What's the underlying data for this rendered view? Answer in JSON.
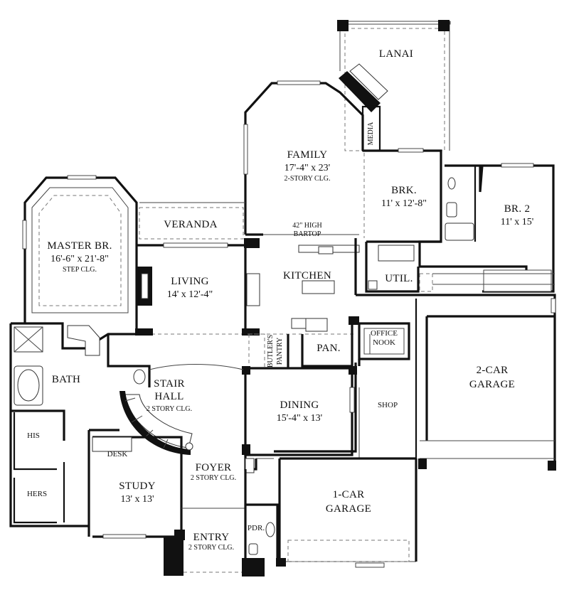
{
  "rooms": {
    "lanai": {
      "name": "LANAI"
    },
    "media": {
      "name": "MEDIA"
    },
    "family": {
      "name": "FAMILY",
      "dim": "17'-4\" x 23'",
      "note": "2-STORY CLG."
    },
    "brk": {
      "name": "BRK.",
      "dim": "11' x 12'-8\""
    },
    "br2": {
      "name": "BR. 2",
      "dim": "11' x 15'"
    },
    "master": {
      "name": "MASTER BR.",
      "dim": "16'-6\" x 21'-8\"",
      "note": "STEP CLG."
    },
    "veranda": {
      "name": "VERANDA"
    },
    "bartop": {
      "line1": "42\" HIGH",
      "line2": "BARTOP"
    },
    "living": {
      "name": "LIVING",
      "dim": "14' x 12'-4\""
    },
    "kitchen": {
      "name": "KITCHEN"
    },
    "util": {
      "name": "UTIL."
    },
    "butlers": {
      "line1": "BUTLER'S",
      "line2": "PANTRY"
    },
    "pan": {
      "name": "PAN."
    },
    "office": {
      "line1": "OFFICE",
      "line2": "NOOK"
    },
    "bath": {
      "name": "BATH"
    },
    "stair": {
      "name1": "STAIR",
      "name2": "HALL",
      "note": "2 STORY CLG."
    },
    "dining": {
      "name": "DINING",
      "dim": "15'-4\" x 13'"
    },
    "shop": {
      "name": "SHOP"
    },
    "garage2": {
      "line1": "2-CAR",
      "line2": "GARAGE"
    },
    "his": {
      "name": "HIS"
    },
    "desk": {
      "name": "DESK"
    },
    "foyer": {
      "name": "FOYER",
      "note": "2 STORY CLG."
    },
    "study": {
      "name": "STUDY",
      "dim": "13' x 13'"
    },
    "hers": {
      "name": "HERS"
    },
    "garage1": {
      "line1": "1-CAR",
      "line2": "GARAGE"
    },
    "pdr": {
      "name": "PDR."
    },
    "entry": {
      "name": "ENTRY",
      "note": "2 STORY CLG."
    }
  }
}
